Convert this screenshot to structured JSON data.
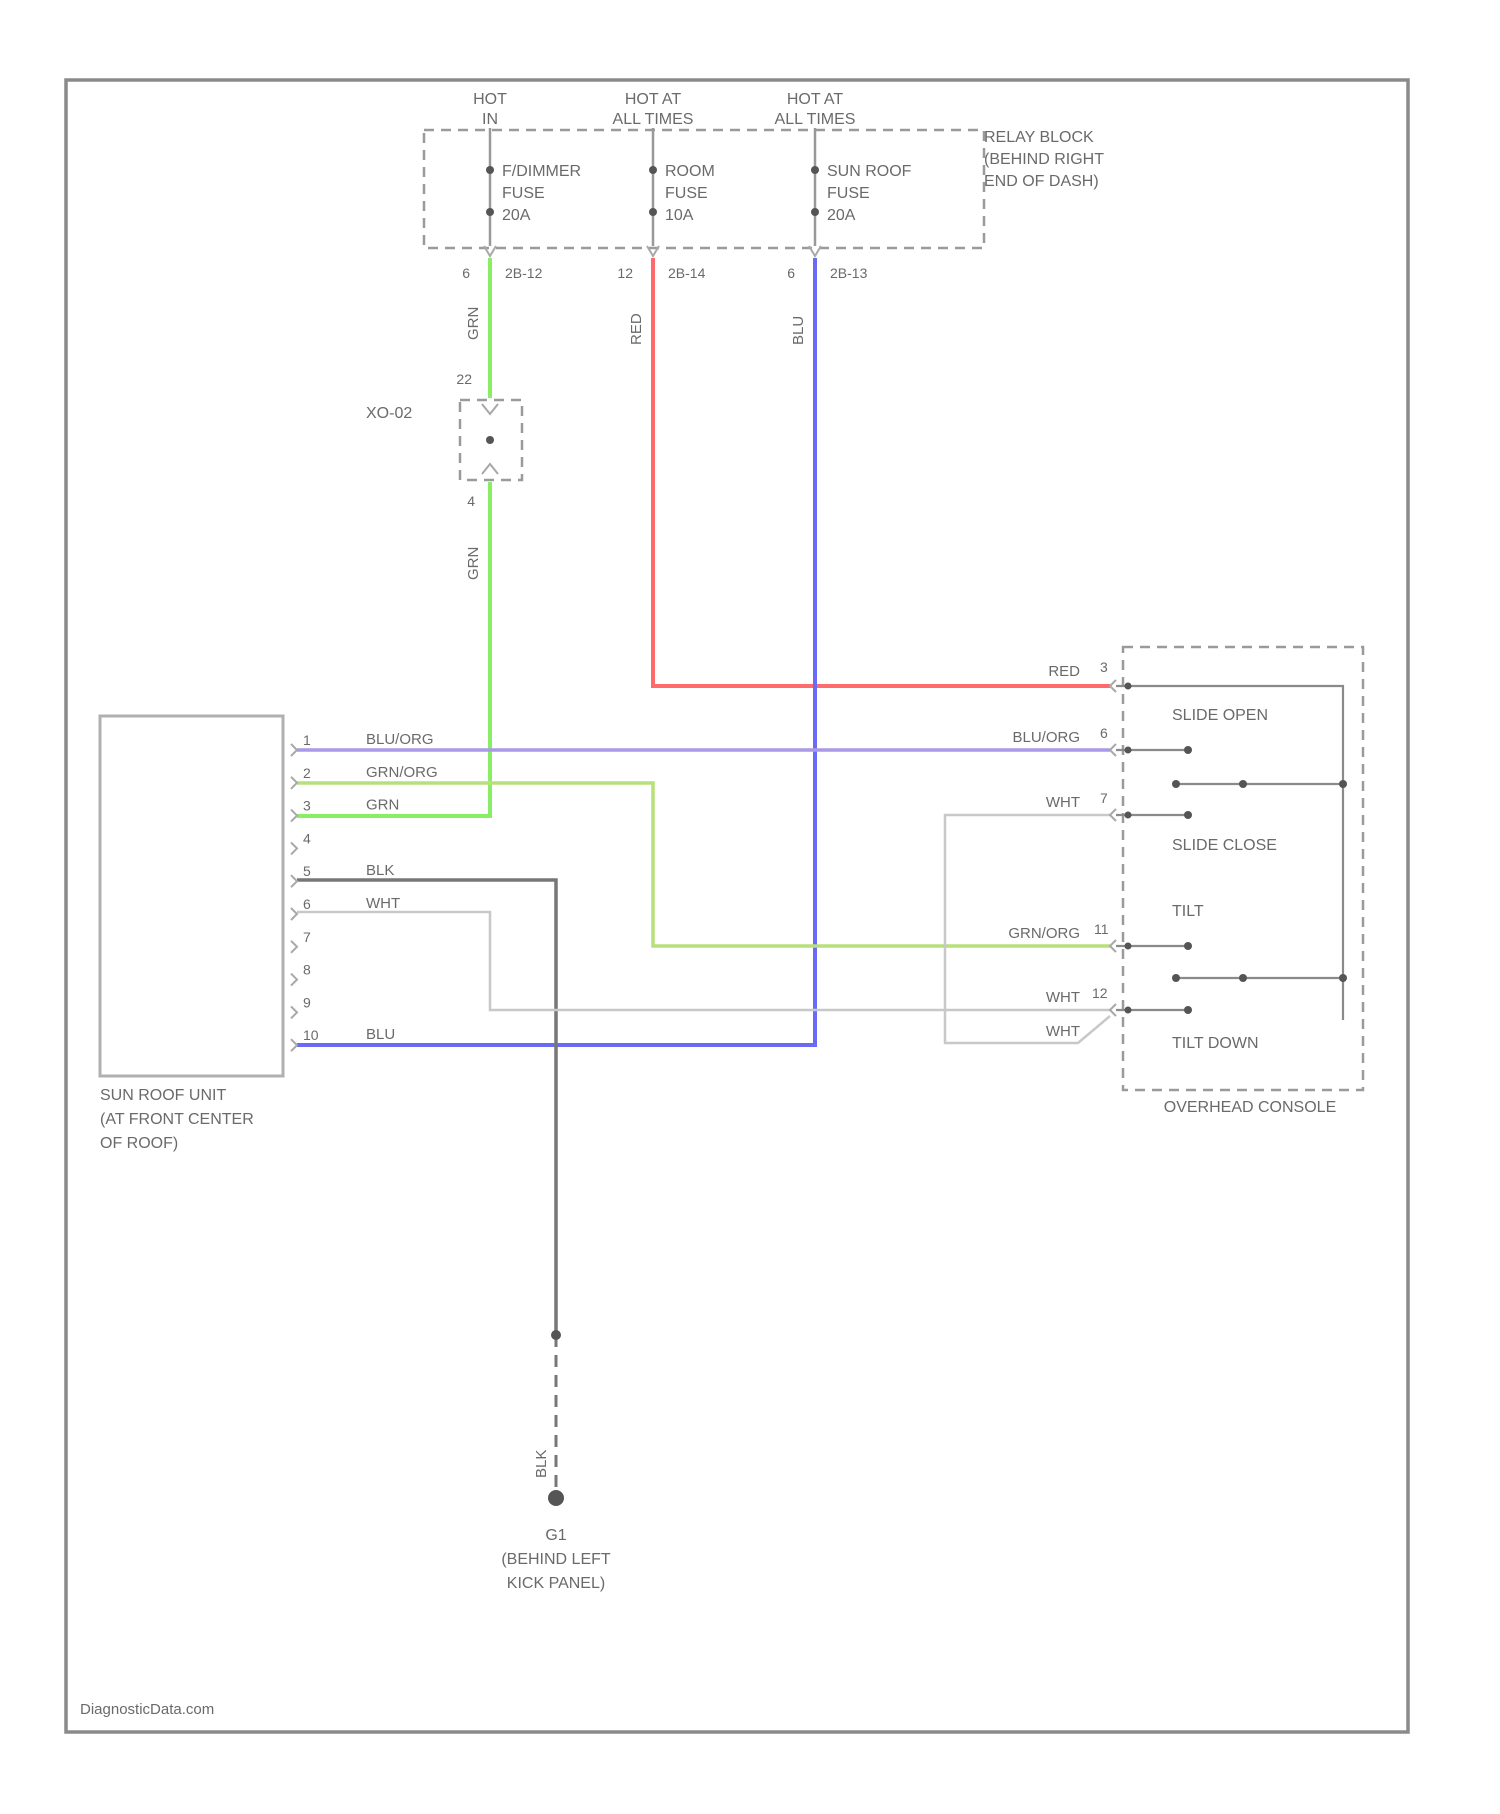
{
  "diagram": {
    "feeds": [
      {
        "text": "HOT IN",
        "lines": [
          "HOT",
          "IN"
        ]
      },
      {
        "text": "HOT AT ALL TIMES",
        "lines": [
          "HOT AT",
          "ALL TIMES"
        ]
      },
      {
        "text": "HOT AT ALL TIMES",
        "lines": [
          "HOT AT",
          "ALL TIMES"
        ]
      }
    ],
    "relay_block": {
      "lines": [
        "RELAY BLOCK",
        "(BEHIND RIGHT",
        "END OF DASH)"
      ]
    },
    "fuses": [
      {
        "lines": [
          "F/DIMMER",
          "FUSE",
          "20A"
        ],
        "pin": "6",
        "connector": "2B-12",
        "wire": "GRN"
      },
      {
        "lines": [
          "ROOM",
          "FUSE",
          "10A"
        ],
        "pin": "12",
        "connector": "2B-14",
        "wire": "RED"
      },
      {
        "lines": [
          "SUN ROOF",
          "FUSE",
          "20A"
        ],
        "pin": "6",
        "connector": "2B-13",
        "wire": "BLU"
      }
    ],
    "inline_connector": {
      "name": "XO-02",
      "pin_top": "22",
      "pin_bottom": "4",
      "wire_below": "GRN"
    },
    "sunroof_unit": {
      "lines": [
        "SUN ROOF UNIT",
        "(AT FRONT CENTER",
        "OF ROOF)"
      ],
      "pins": [
        {
          "pin": "1",
          "wire": "BLU/ORG"
        },
        {
          "pin": "2",
          "wire": "GRN/ORG"
        },
        {
          "pin": "3",
          "wire": "GRN"
        },
        {
          "pin": "4",
          "wire": ""
        },
        {
          "pin": "5",
          "wire": "BLK"
        },
        {
          "pin": "6",
          "wire": "WHT"
        },
        {
          "pin": "7",
          "wire": ""
        },
        {
          "pin": "8",
          "wire": ""
        },
        {
          "pin": "9",
          "wire": ""
        },
        {
          "pin": "10",
          "wire": "BLU"
        }
      ]
    },
    "console": {
      "name": "OVERHEAD CONSOLE",
      "pins": [
        {
          "pin": "3",
          "wire": "RED"
        },
        {
          "pin": "6",
          "wire": "BLU/ORG"
        },
        {
          "pin": "7",
          "wire": "WHT"
        },
        {
          "pin": "11",
          "wire": "GRN/ORG"
        },
        {
          "pin": "12",
          "wire": "WHT"
        },
        {
          "pin": "",
          "wire": "WHT"
        }
      ],
      "switch_labels": [
        "SLIDE OPEN",
        "SLIDE CLOSE",
        "TILT",
        "TILT DOWN"
      ]
    },
    "ground": {
      "name": "G1",
      "wire": "BLK",
      "lines": [
        "(BEHIND LEFT",
        "KICK PANEL)"
      ]
    },
    "watermark": "DiagnosticData.com"
  },
  "colors": {
    "green": "#88ee66",
    "red": "#ff6a6a",
    "blue": "#6a6af7",
    "purple": "#a999e6",
    "yellow_green": "#b8e07a",
    "black": "#777777",
    "white": "#c8c8c8",
    "frame": "#8a8a8a"
  }
}
